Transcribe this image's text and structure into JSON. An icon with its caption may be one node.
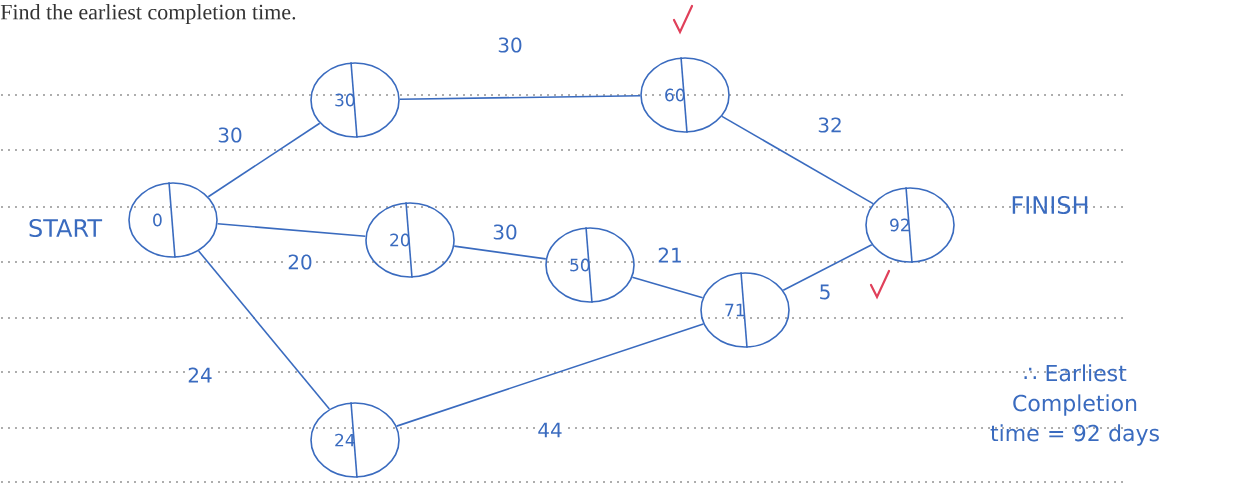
{
  "diagram": {
    "title": "Find the earliest completion time.",
    "nodes": [
      {
        "text": [
          "0"
        ],
        "beside": [
          "START"
        ]
      },
      {
        "text": [
          "30"
        ]
      },
      {
        "text": [
          "60"
        ]
      },
      {
        "text": [
          "20"
        ]
      },
      {
        "text": [
          "50"
        ]
      },
      {
        "text": [
          "71"
        ]
      },
      {
        "text": [
          "92"
        ],
        "beside": [
          "FINISH"
        ]
      },
      {
        "text": [
          "24"
        ]
      }
    ],
    "edges": [
      {
        "from": 0,
        "to": 1,
        "arrow": "none",
        "label": "30"
      },
      {
        "from": 1,
        "to": 2,
        "arrow": "none",
        "label": "30"
      },
      {
        "from": 2,
        "to": 6,
        "arrow": "none",
        "label": "32"
      },
      {
        "from": 0,
        "to": 3,
        "arrow": "none",
        "label": "20"
      },
      {
        "from": 3,
        "to": 4,
        "arrow": "none",
        "label": "30"
      },
      {
        "from": 4,
        "to": 5,
        "arrow": "none",
        "label": "21"
      },
      {
        "from": 5,
        "to": 6,
        "arrow": "none",
        "label": "5"
      },
      {
        "from": 0,
        "to": 7,
        "arrow": "none",
        "label": "24"
      },
      {
        "from": 7,
        "to": 5,
        "arrow": "none",
        "label": "44"
      }
    ],
    "labels": [
      "∴ Earliest Completion time = 92 days"
    ]
  }
}
